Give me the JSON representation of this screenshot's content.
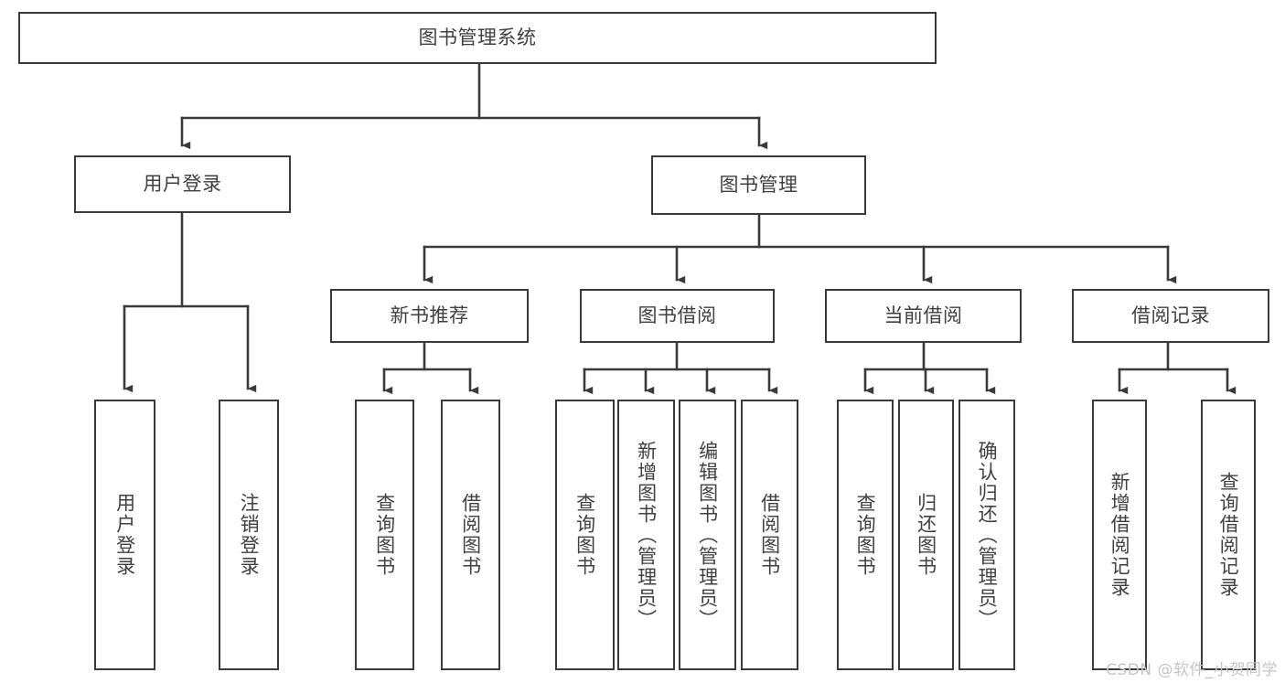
{
  "diagram": {
    "type": "tree",
    "title": "图书管理系统",
    "stroke_color": "#3a3a3a",
    "text_color": "#404040",
    "background_color": "#ffffff",
    "root": {
      "label": "图书管理系统"
    },
    "level2": [
      {
        "label": "用户登录"
      },
      {
        "label": "图书管理"
      }
    ],
    "level3": [
      {
        "label": "新书推荐"
      },
      {
        "label": "图书借阅"
      },
      {
        "label": "当前借阅"
      },
      {
        "label": "借阅记录"
      }
    ],
    "leaves": {
      "user_login": [
        {
          "label": "用户登录"
        },
        {
          "label": "注销登录"
        }
      ],
      "new_book_recommend": [
        {
          "label": "查询图书"
        },
        {
          "label": "借阅图书"
        }
      ],
      "book_borrow": [
        {
          "label": "查询图书"
        },
        {
          "label": "新增图书（管理员）"
        },
        {
          "label": "编辑图书（管理员）"
        },
        {
          "label": "借阅图书"
        }
      ],
      "current_borrow": [
        {
          "label": "查询图书"
        },
        {
          "label": "归还图书"
        },
        {
          "label": "确认归还（管理员）"
        }
      ],
      "borrow_record": [
        {
          "label": "新增借阅记录"
        },
        {
          "label": "查询借阅记录"
        }
      ]
    }
  },
  "watermark": {
    "text": "CSDN @软件_小贺同学"
  }
}
